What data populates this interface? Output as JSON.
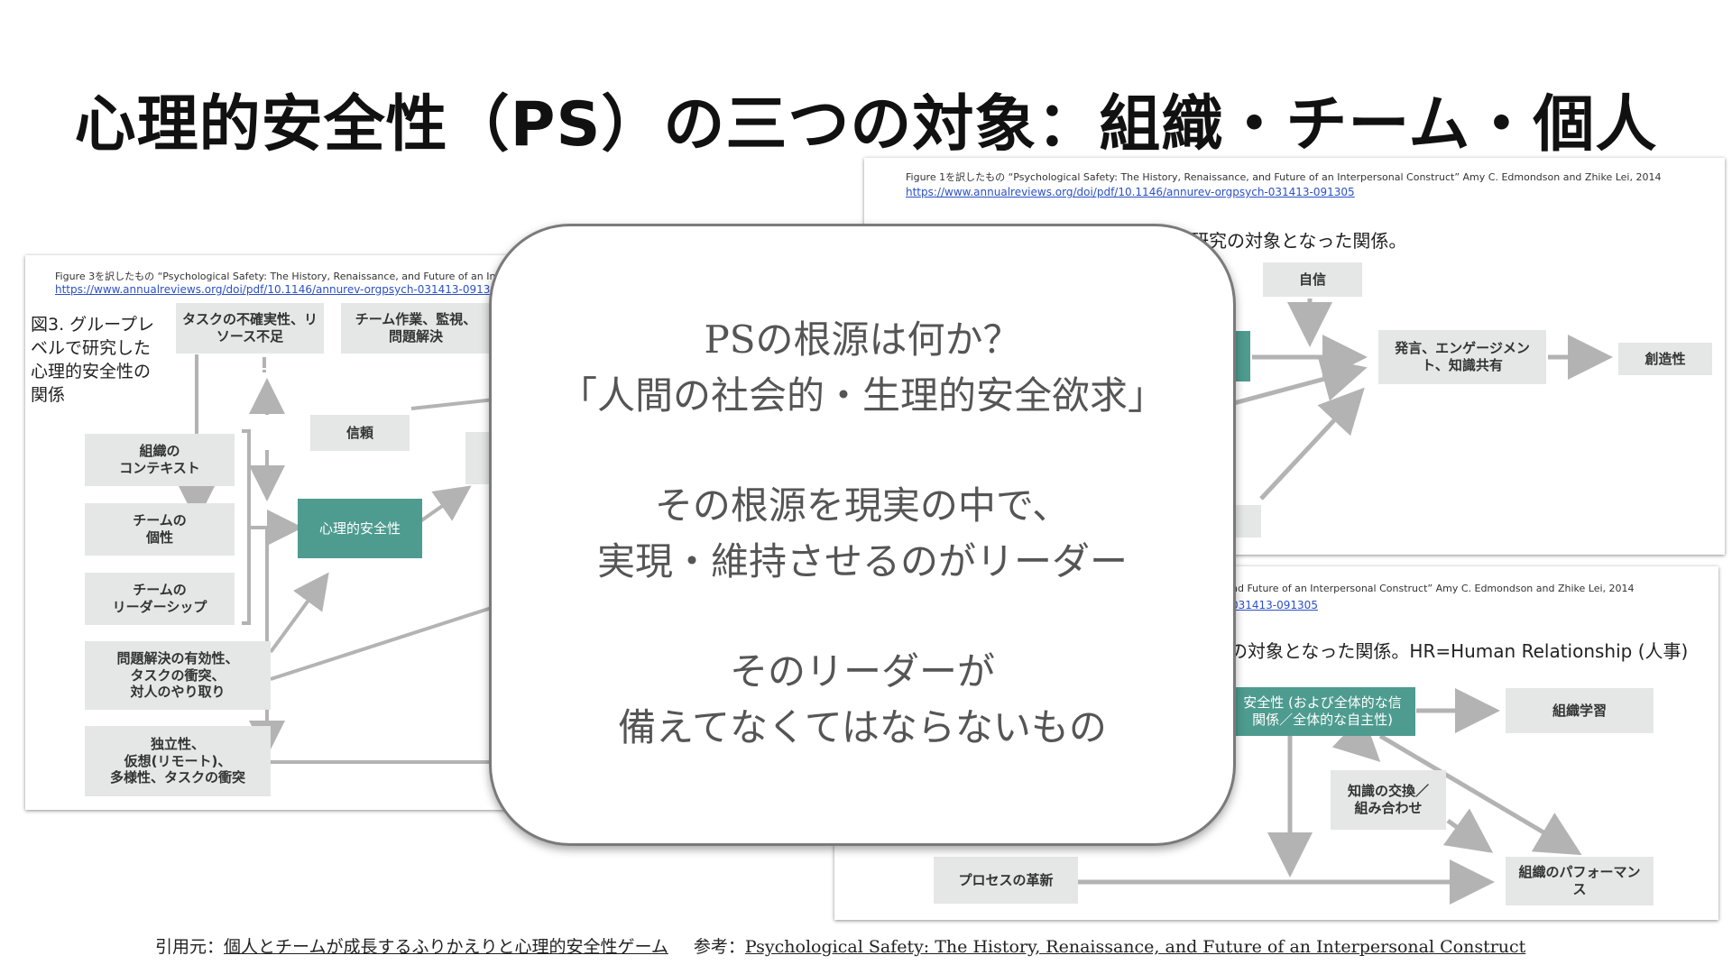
{
  "title": "心理的安全性（PS）の三つの対象：組織・チーム・個人",
  "fig_left": {
    "caption": "Figure 3を訳したもの “Psychological Safety: The History, Renaissance, and Future of an Interpers",
    "link": "https://www.annualreviews.org/doi/pdf/10.1146/annurev-orgpsych-031413-091305",
    "heading_lines": [
      "図3. グループレ",
      "ベルで研究した",
      "心理的安全性の",
      "関係"
    ],
    "nodes": {
      "uncertainty": [
        "タスクの不確実性、リ",
        "ソース不足"
      ],
      "teamwork": [
        "チーム作業、監視、",
        "問題解決"
      ],
      "trust": [
        "信頼"
      ],
      "org_context": [
        "組織の",
        "コンテキスト"
      ],
      "team_personality": [
        "チームの",
        "個性"
      ],
      "team_leadership": [
        "チームの",
        "リーダーシップ"
      ],
      "problem_solving": [
        "問題解決の有効性、",
        "タスクの衝突、",
        "対人のやり取り"
      ],
      "independence": [
        "独立性、",
        "仮想(リモート)、",
        "多様性、タスクの衝突"
      ],
      "ps": [
        "心理的安全性"
      ]
    }
  },
  "fig_top_right": {
    "caption": "Figure 1を訳したもの “Psychological Safety: The History, Renaissance, and Future of an Interpersonal Construct” Amy C. Edmondson and Zhike Lei, 2014",
    "link": "https://www.annualreviews.org/doi/pdf/10.1146/annurev-orgpsych-031413-091305",
    "heading": "する研究の対象となった関係。",
    "nodes": {
      "confidence": [
        "自信"
      ],
      "voice": [
        "発言、エンゲージメン",
        "ト、知識共有"
      ],
      "creativity": [
        "創造性"
      ]
    }
  },
  "fig_bottom_right": {
    "caption": "nd Future of an Interpersonal Construct” Amy C. Edmondson and Zhike Lei, 2014",
    "link": "031413-091305",
    "heading": "の対象となった関係。HR=Human Relationship (人事)",
    "nodes": {
      "ps_partial": [
        "安全性 (および全体的な信",
        "関係／全体的な自主性)"
      ],
      "org_learning": [
        "組織学習"
      ],
      "knowledge": [
        "知識の交換／",
        "組み合わせ"
      ],
      "process": [
        "プロセスの革新"
      ],
      "performance": [
        "組織のパフォーマン",
        "ス"
      ]
    }
  },
  "callout": {
    "lines": [
      "PSの根源は何か？",
      "「人間の社会的・生理的安全欲求」",
      "",
      "その根源を現実の中で、",
      "実現・維持させるのがリーダー",
      "",
      "そのリーダーが",
      "備えてなくてはならないもの"
    ]
  },
  "footer": {
    "source_label": "引用元：",
    "source_text": "個人とチームが成長するふりかえりと心理的安全性ゲーム",
    "ref_label": "参考：",
    "ref_text": "Psychological Safety: The History, Renaissance, and Future of an Interpersonal Construct"
  },
  "colors": {
    "teal": "#4e9b8f",
    "node_gray": "#e4e7e6",
    "arrow": "#b3b3b3",
    "link": "#2b50c8"
  }
}
